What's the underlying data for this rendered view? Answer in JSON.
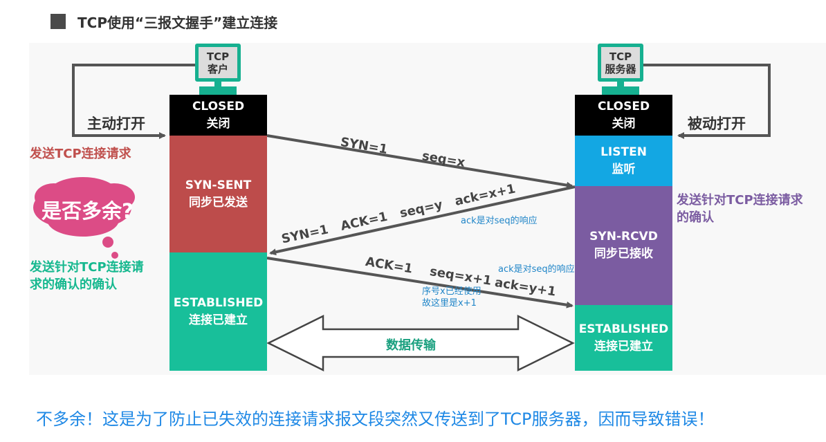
{
  "title": "TCP使用“三报文握手”建立连接",
  "client": {
    "line1": "TCP",
    "line2": "客户",
    "open_label": "主动打开",
    "send_request": "发送TCP连接请求",
    "send_ack_line1": "发送针对TCP连接请",
    "send_ack_line2": "求的确认的确认",
    "states": {
      "closed": [
        "CLOSED",
        "关闭"
      ],
      "syn_sent": [
        "SYN-SENT",
        "同步已发送"
      ],
      "established": [
        "ESTABLISHED",
        "连接已建立"
      ]
    }
  },
  "server": {
    "line1": "TCP",
    "line2": "服务器",
    "open_label": "被动打开",
    "ack_line1": "发送针对TCP连接请求",
    "ack_line2": "的确认",
    "states": {
      "closed": [
        "CLOSED",
        "关闭"
      ],
      "listen": [
        "LISTEN",
        "监听"
      ],
      "syn_rcvd": [
        "SYN-RCVD",
        "同步已接收"
      ],
      "established": [
        "ESTABLISHED",
        "连接已建立"
      ]
    }
  },
  "messages": {
    "m1_syn": "SYN=1",
    "m1_seq": "seq=x",
    "m2": "SYN=1   ACK=1   seq=y   ack=x+1",
    "m3_ack": "ACK=1",
    "m3_seq": "seq=x+1",
    "m3_ackno": "ack=y+1",
    "data": "数据传输"
  },
  "annotations": {
    "note1": "ack是对seq的响应",
    "note2": "ack是对seq的响应",
    "note3_line1": "序号x已经使用",
    "note3_line2": "故这里是x+1"
  },
  "cloud": "是否多余?",
  "bottom": "不多余！这是为了防止已失效的连接请求报文段突然又传送到了TCP服务器，因而导致错误！"
}
